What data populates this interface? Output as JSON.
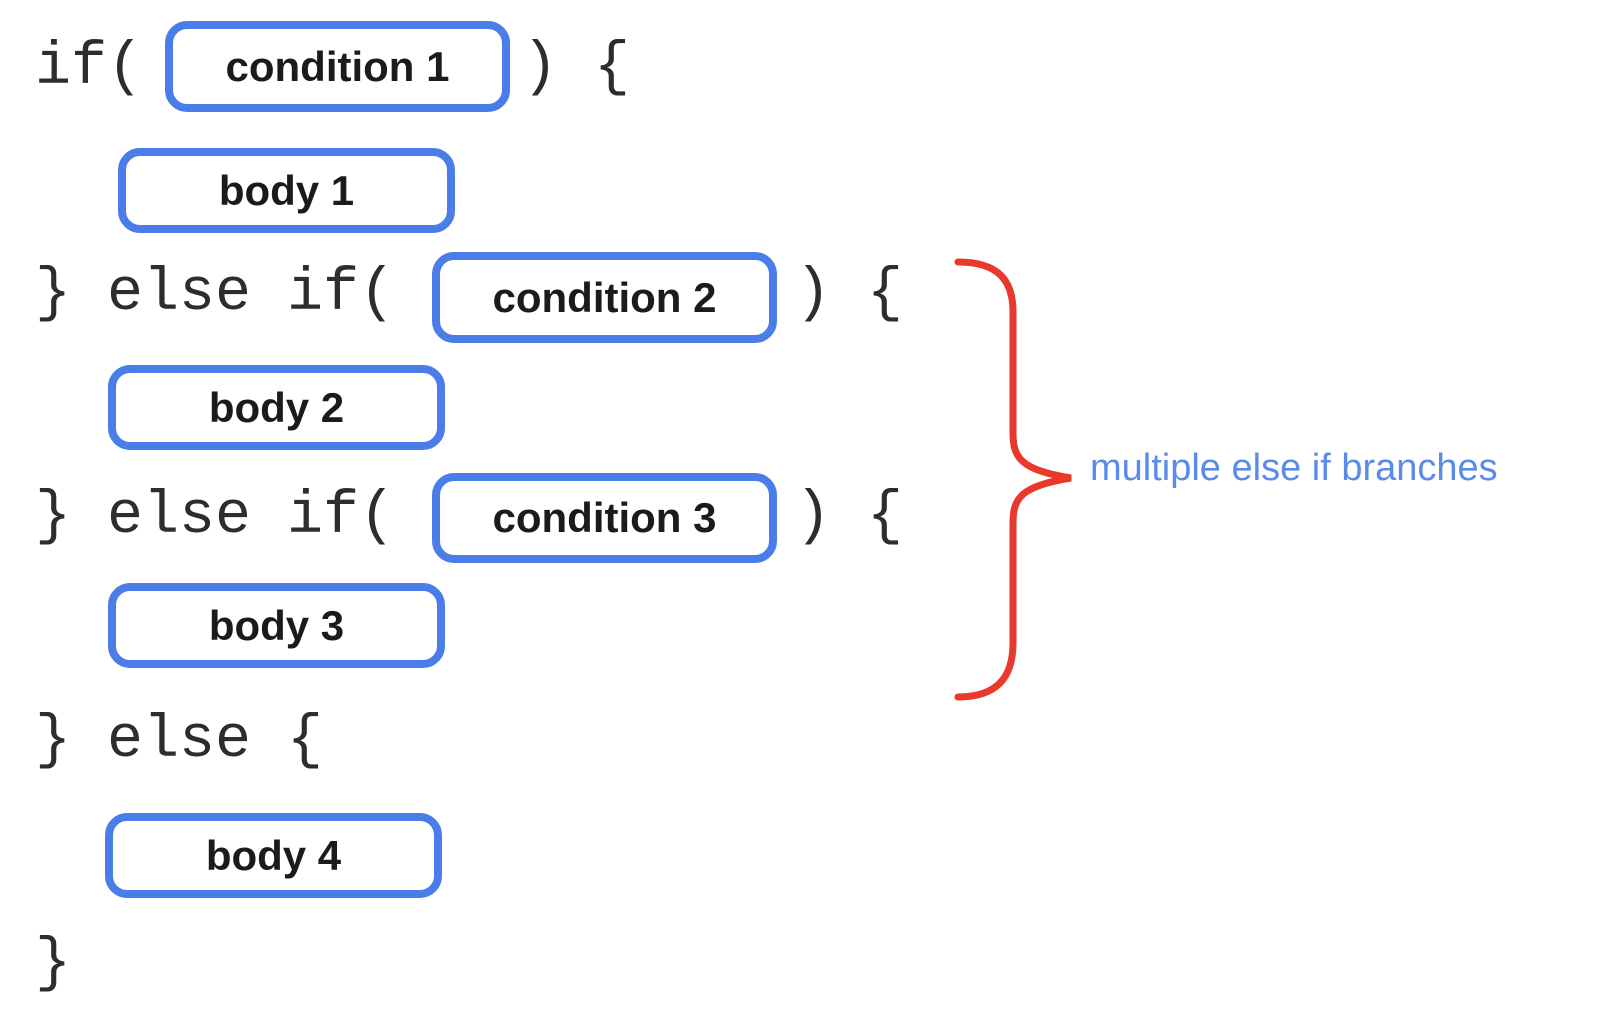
{
  "colors": {
    "box_border_blue": "#4a7de8",
    "brace_red": "#e8392c",
    "annotation_blue": "#5b8bea",
    "code_text": "#2d2d2d",
    "box_label_text": "#1b1b1b",
    "background": "#ffffff"
  },
  "code_tokens": {
    "if_open": "if(",
    "if_close": ") {",
    "elseif_1": "} else if(",
    "elseif_1_close": ") {",
    "elseif_2": "} else if(",
    "elseif_2_close": ") {",
    "else_open": "} else {",
    "final_close": "}"
  },
  "boxes": [
    {
      "id": "condition-1",
      "label": "condition 1"
    },
    {
      "id": "body-1",
      "label": "body 1"
    },
    {
      "id": "condition-2",
      "label": "condition 2"
    },
    {
      "id": "body-2",
      "label": "body 2"
    },
    {
      "id": "condition-3",
      "label": "condition 3"
    },
    {
      "id": "body-3",
      "label": "body 3"
    },
    {
      "id": "body-4",
      "label": "body 4"
    }
  ],
  "annotation": {
    "label": "multiple else if branches"
  }
}
